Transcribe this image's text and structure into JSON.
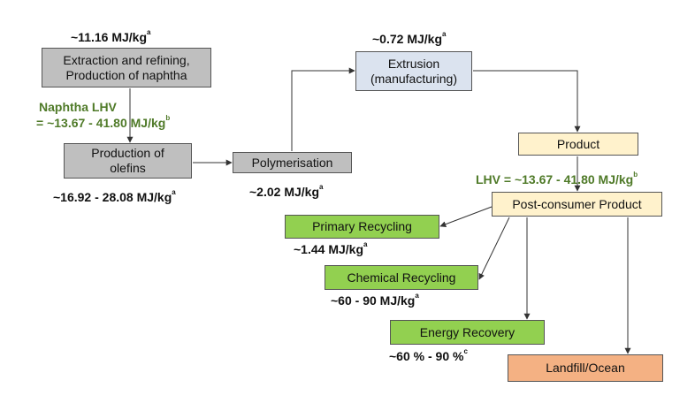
{
  "colors": {
    "gray_box": "#bfbfbf",
    "blue_box": "#dbe3ef",
    "cream_box": "#fff2cc",
    "green_box": "#92d050",
    "orange_box": "#f4b183",
    "lhv_text": "#4f7a28"
  },
  "nodes": {
    "extraction": "Extraction and refining,\nProduction of naphtha",
    "olefins": "Production of\nolefins",
    "polymerisation": "Polymerisation",
    "extrusion": "Extrusion\n(manufacturing)",
    "product": "Product",
    "post_consumer": "Post-consumer Product",
    "primary_recycling": "Primary Recycling",
    "chemical_recycling": "Chemical Recycling",
    "energy_recovery": "Energy Recovery",
    "landfill": "Landfill/Ocean"
  },
  "labels": {
    "extraction_energy": "~11.16 MJ/kg",
    "extraction_energy_sup": "a",
    "naphtha_lhv_title": "Naphtha LHV",
    "naphtha_lhv_value": "= ~13.67 - 41.80 MJ/kg",
    "naphtha_lhv_sup": "b",
    "olefins_energy": "~16.92 - 28.08 MJ/kg",
    "olefins_energy_sup": "a",
    "polymerisation_energy": "~2.02 MJ/kg",
    "polymerisation_energy_sup": "a",
    "extrusion_energy": "~0.72 MJ/kg",
    "extrusion_energy_sup": "a",
    "product_lhv": "LHV = ~13.67 - 41.80 MJ/kg",
    "product_lhv_sup": "b",
    "primary_energy": "~1.44 MJ/kg",
    "primary_energy_sup": "a",
    "chemical_energy": "~60 - 90 MJ/kg",
    "chemical_energy_sup": "a",
    "energy_recovery_value": "~60 % - 90 %",
    "energy_recovery_sup": "c"
  }
}
